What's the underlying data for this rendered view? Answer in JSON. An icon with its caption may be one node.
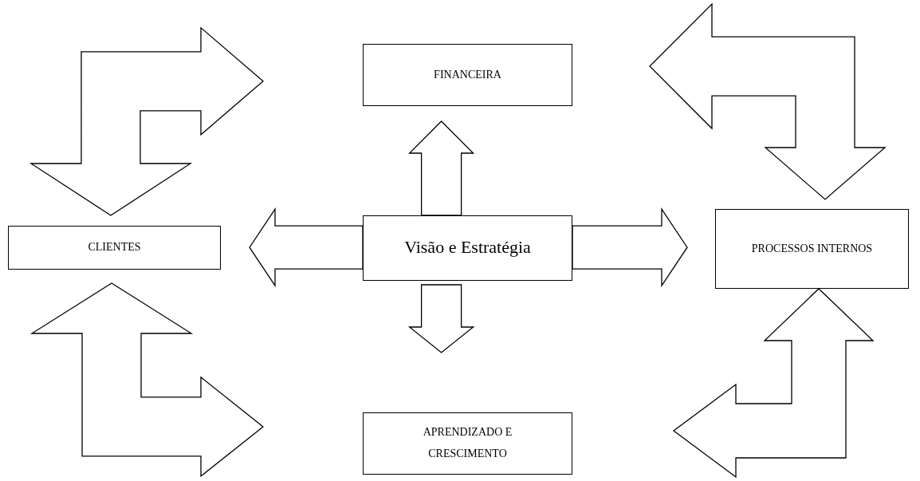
{
  "diagram": {
    "nodes": [
      {
        "text": [
          "Visão e Estratégia"
        ]
      },
      {
        "text": [
          "FINANCEIRA"
        ]
      },
      {
        "text": [
          "CLIENTES"
        ]
      },
      {
        "text": [
          "PROCESSOS INTERNOS"
        ]
      },
      {
        "text": [
          "APRENDIZADO E CRESCIMENTO"
        ]
      }
    ],
    "edges": [
      {
        "from": 0,
        "to": 1,
        "arrow": "to"
      },
      {
        "from": 0,
        "to": 2,
        "arrow": "to"
      },
      {
        "from": 0,
        "to": 3,
        "arrow": "to"
      },
      {
        "from": 0,
        "to": 4,
        "arrow": "to"
      },
      {
        "from": 1,
        "to": 2,
        "arrow": "both"
      },
      {
        "from": 1,
        "to": 3,
        "arrow": "both"
      },
      {
        "from": 2,
        "to": 4,
        "arrow": "both"
      },
      {
        "from": 3,
        "to": 4,
        "arrow": "both"
      }
    ]
  }
}
